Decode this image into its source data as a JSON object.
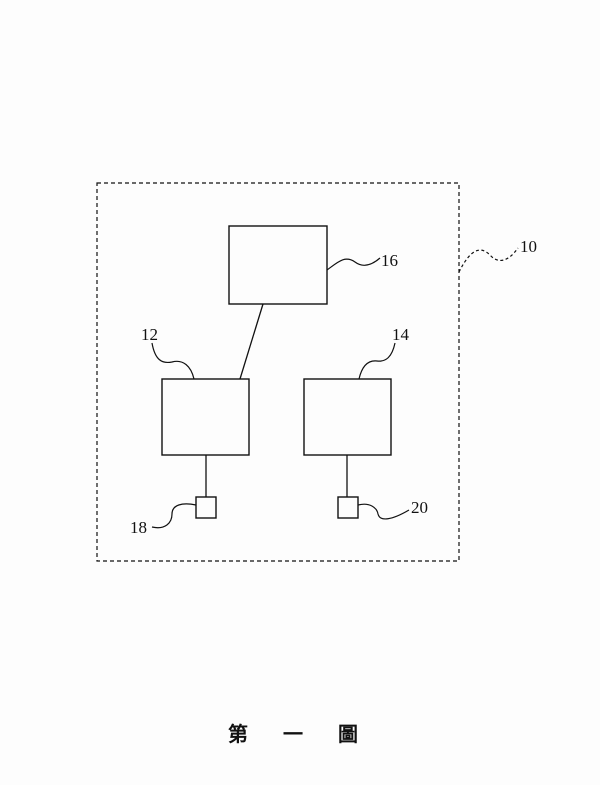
{
  "labels": {
    "system": "10",
    "device_left": "12",
    "device_right": "14",
    "device_top": "16",
    "sensor_left": "18",
    "sensor_right": "20"
  },
  "caption": "第 一 圖",
  "colors": {
    "line": "#111111",
    "background": "#fdfdfd"
  }
}
